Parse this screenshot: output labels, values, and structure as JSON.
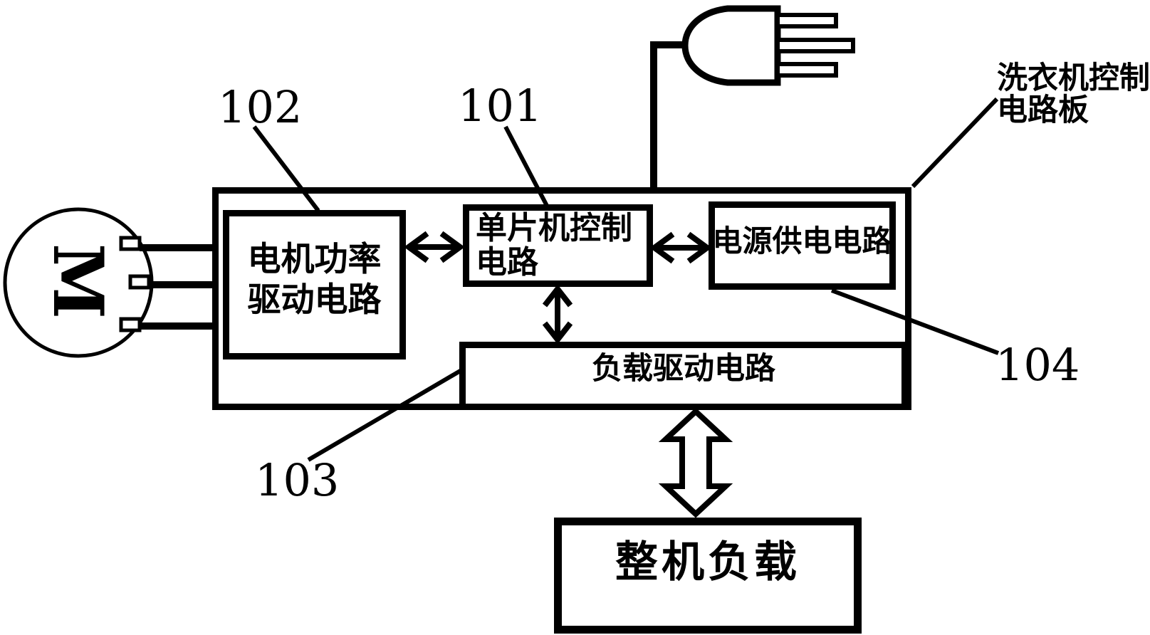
{
  "board_label": {
    "line1": "洗衣机控制",
    "line2": "电路板"
  },
  "refs": {
    "n101": "101",
    "n102": "102",
    "n103": "103",
    "n104": "104"
  },
  "motor": {
    "label": "M"
  },
  "blocks": {
    "motor_power_drive": {
      "line1": "电机功率",
      "line2": "驱动电路"
    },
    "mcu_control": {
      "line1": "单片机控制",
      "line2": "电路"
    },
    "power_supply": {
      "label": "电源供电电路"
    },
    "load_drive": {
      "label": "负载驱动电路"
    },
    "machine_load": {
      "label": "整机负载"
    }
  },
  "colors": {
    "ink": "#000000",
    "background": "#ffffff"
  }
}
